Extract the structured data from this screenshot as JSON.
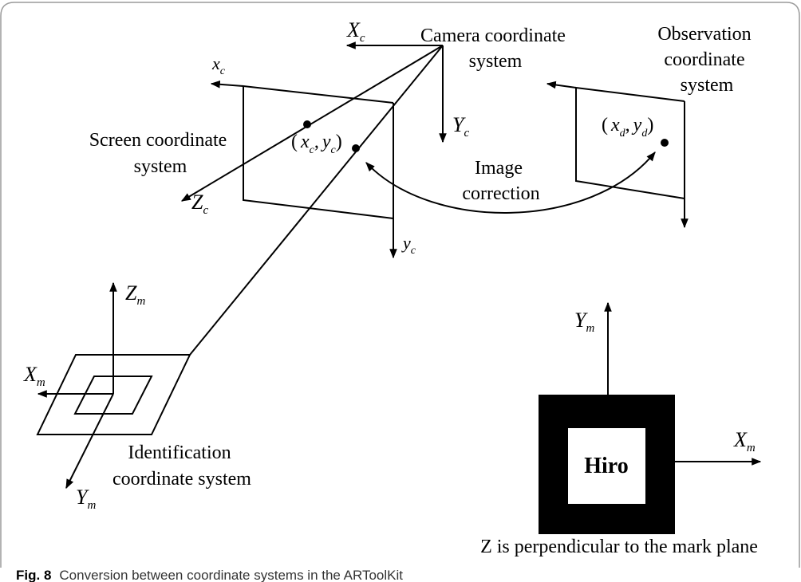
{
  "labels": {
    "camera_title": [
      "Camera coordinate",
      "system"
    ],
    "observation_title": [
      "Observation",
      "coordinate",
      "system"
    ],
    "screen_title": [
      "Screen coordinate",
      "system"
    ],
    "image_correction": [
      "Image",
      "correction"
    ],
    "identification_title": [
      "Identification",
      "coordinate system"
    ],
    "z_note": "Z is perpendicular to the mark plane",
    "hiro": "Hiro"
  },
  "axes": {
    "camera": {
      "x": {
        "base": "X",
        "sub": "c"
      },
      "y": {
        "base": "Y",
        "sub": "c"
      },
      "z": {
        "base": "Z",
        "sub": "c"
      }
    },
    "screen": {
      "x": {
        "base": "x",
        "sub": "c"
      },
      "y": {
        "base": "y",
        "sub": "c"
      }
    },
    "marker": {
      "x": {
        "base": "X",
        "sub": "m"
      },
      "y": {
        "base": "Y",
        "sub": "m"
      },
      "z": {
        "base": "Z",
        "sub": "m"
      }
    },
    "hiro_marker": {
      "x": {
        "base": "X",
        "sub": "m"
      },
      "y": {
        "base": "Y",
        "sub": "m"
      }
    }
  },
  "points": {
    "screen_point": {
      "open": "(",
      "x": "x",
      "xs": "c",
      "comma": ",",
      "y": "y",
      "ys": "c",
      "close": ")"
    },
    "observed_point": {
      "open": "(",
      "x": "x",
      "xs": "d",
      "comma": ",",
      "y": "y",
      "ys": "d",
      "close": ")"
    }
  },
  "caption": {
    "figure": "Fig. 8",
    "text": "Conversion between coordinate systems in the ARToolKit"
  }
}
